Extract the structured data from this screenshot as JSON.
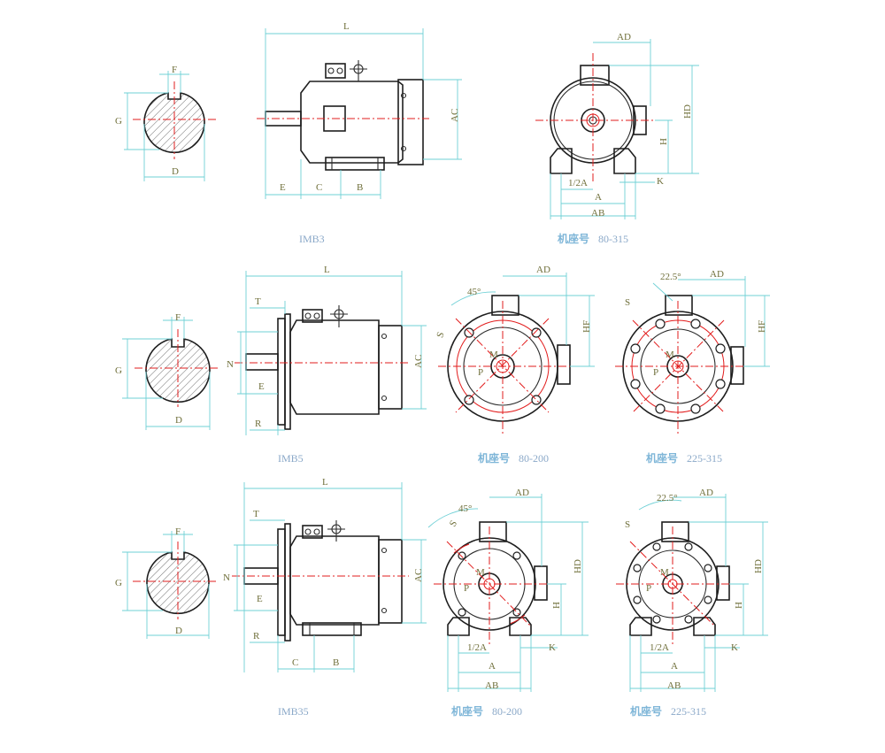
{
  "labels": {
    "L": "L",
    "AC": "AC",
    "AD": "AD",
    "HD": "HD",
    "HF": "HF",
    "H": "H",
    "E": "E",
    "C": "C",
    "B": "B",
    "A": "A",
    "AB": "AB",
    "K": "K",
    "half_A": "1/2A",
    "F": "F",
    "G": "G",
    "D": "D",
    "T": "T",
    "N": "N",
    "R": "R",
    "S": "S",
    "M": "M",
    "P": "P",
    "deg45": "45°",
    "deg22": "22.5°"
  },
  "captions": {
    "imb3": "IMB3",
    "imb5": "IMB5",
    "imb35": "IMB35",
    "frame_label": "机座号",
    "range_80_315": "80-315",
    "range_80_200": "80-200",
    "range_225_315": "225-315"
  },
  "colors": {
    "outline": "#1e1e1e",
    "centerline": "#e21c1c",
    "dimension": "#6fd0d6",
    "label": "#6f6f3a",
    "caption": "#8aa8c8"
  }
}
